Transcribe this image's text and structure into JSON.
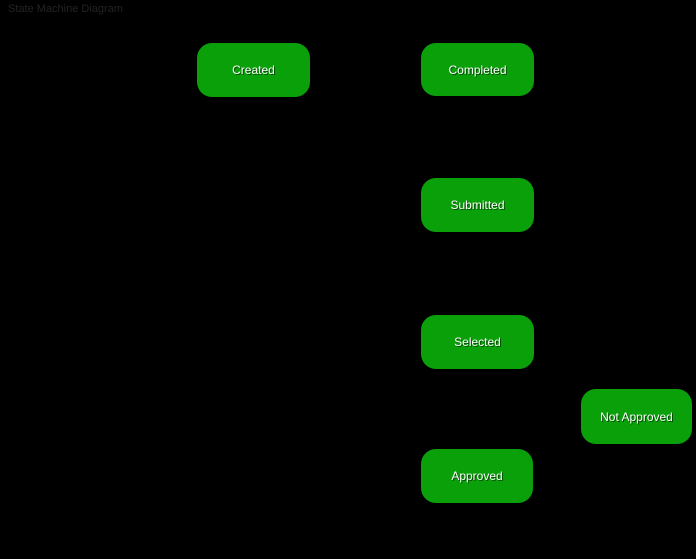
{
  "title": "State Machine Diagram",
  "colors": {
    "background": "#000000",
    "node_fill": "#0aa00a",
    "node_text": "#ffffff",
    "title_text": "#232323"
  },
  "diagram": {
    "type": "state-machine",
    "nodes": [
      {
        "id": "created",
        "label": "Created"
      },
      {
        "id": "completed",
        "label": "Completed"
      },
      {
        "id": "submitted",
        "label": "Submitted"
      },
      {
        "id": "selected",
        "label": "Selected"
      },
      {
        "id": "not_approved",
        "label": "Not Approved"
      },
      {
        "id": "approved",
        "label": "Approved"
      }
    ]
  }
}
